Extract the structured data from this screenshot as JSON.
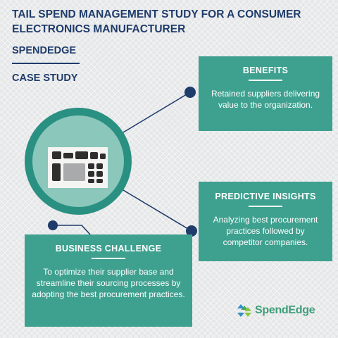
{
  "title": "TAIL SPEND MANAGEMENT STUDY FOR A CONSUMER ELECTRONICS MANUFACTURER",
  "labels": {
    "company": "SPENDEDGE",
    "type": "CASE STUDY"
  },
  "cards": {
    "benefits": {
      "title": "BENEFITS",
      "text": "Retained suppliers delivering value to the organization."
    },
    "insights": {
      "title": "PREDICTIVE INSIGHTS",
      "text": "Analyzing best procurement practices followed by competitor companies."
    },
    "challenge": {
      "title": "BUSINESS CHALLENGE",
      "text": "To optimize their supplier base and streamline their sourcing processes by adopting the best procurement practices."
    }
  },
  "logo": {
    "text": "SpendEdge",
    "icon": "spendedge-logo-icon"
  },
  "colors": {
    "navy": "#1f3c6b",
    "teal_card": "#3ea08f",
    "teal_ring": "#2a9082",
    "teal_fill": "#8bc7bb",
    "background": "#e6e7e8",
    "logo_green": "#3f9e7a"
  }
}
